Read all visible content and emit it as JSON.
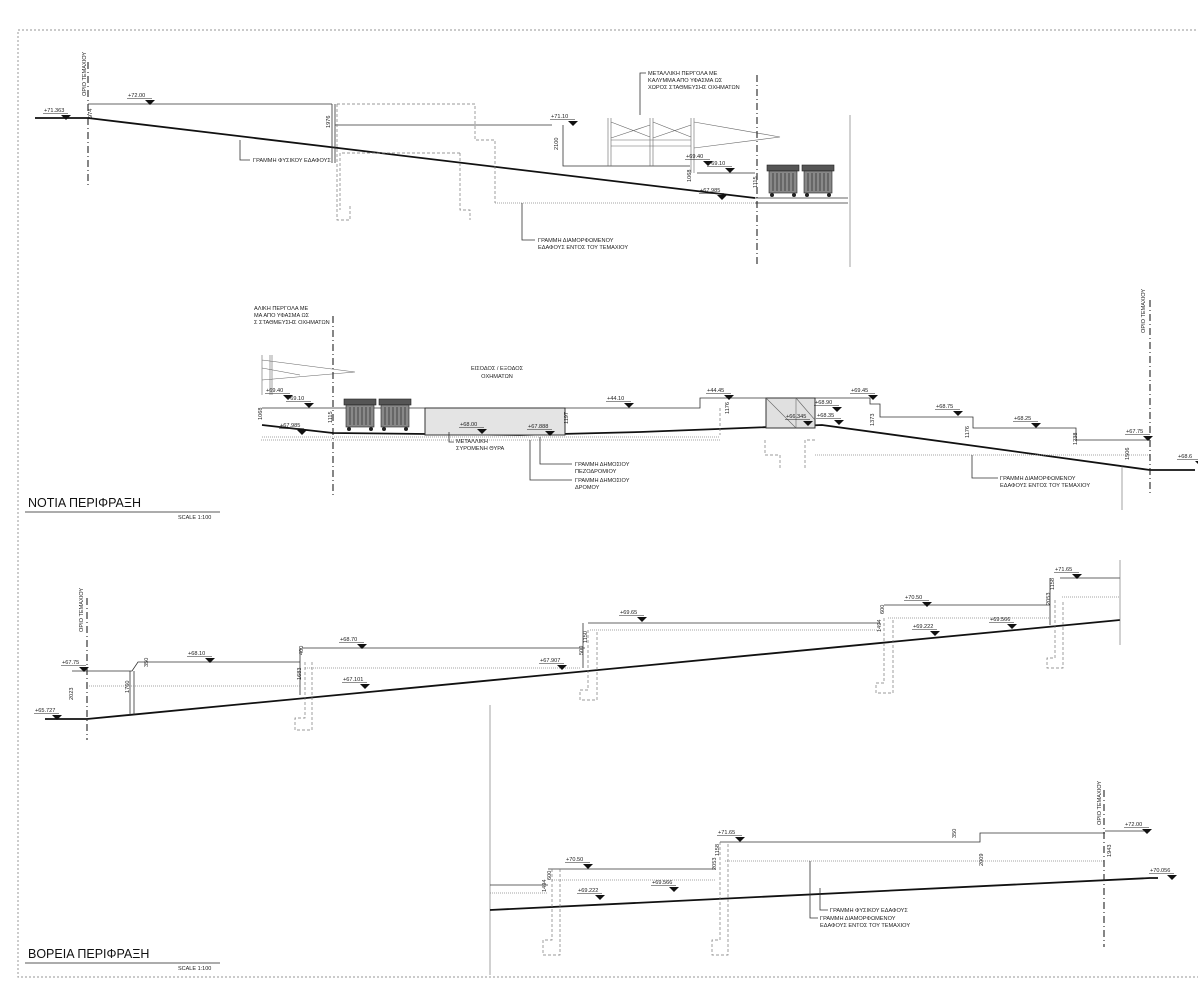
{
  "common": {
    "boundary_label": "ΟΡΙΟ ΤΕΜΑΧΙΟΥ",
    "natural_ground": "ΓΡΑΜΜΗ ΦΥΣΙΚΟΥ ΕΔΑΦΟΥΣ",
    "formed_ground": [
      "ΓΡΑΜΜΗ ΔΙΑΜΟΡΦΩΜΕΝΟΥ",
      "ΕΔΑΦΟΥΣ ΕΝΤΟΣ ΤΟΥ ΤΕΜΑΧΙΟΥ"
    ]
  },
  "south": {
    "title": "ΝΟΤΙΑ ΠΕΡΙΦΡΑΞΗ",
    "scale": "SCALE   1:100",
    "top": {
      "pergola_note": [
        "ΜΕΤΑΛΛΙΚΗ ΠΕΡΓΟΛΑ ΜΕ",
        "ΚΑΛΥΜΜΑ ΑΠΟ ΥΦΑΣΜΑ ΩΣ",
        "ΧΩΡΟΣ ΣΤΑΘΜΕΥΣΗΣ ΟΧΗΜΑΤΩΝ"
      ],
      "levels": [
        "+71.363",
        "+72.00",
        "+71.10",
        "+69.40",
        "+69.10",
        "+67.985"
      ],
      "dims": [
        "974",
        "1976",
        "2100",
        "1068",
        "1115"
      ]
    },
    "bottom": {
      "pergola_note_cropped": [
        "ΑΛΙΚΗ ΠΕΡΓΟΛΑ ΜΕ",
        "ΜΑ ΑΠΟ ΥΦΑΣΜΑ ΩΣ",
        "Σ ΣΤΑΘΜΕΥΣΗΣ ΟΧΗΜΑΤΩΝ"
      ],
      "entrance": [
        "ΕΙΣΟΔΟΣ / ΕΞΟΔΟΣ",
        "ΟΧΗΜΑΤΩΝ"
      ],
      "gate": [
        "ΜΕΤΑΛΛΙΚΗ",
        "ΣΥΡΟΜΕΝΗ ΘΥΡΑ"
      ],
      "sidewalk": [
        "ΓΡΑΜΜΗ ΔΗΜΟΣΙΟΥ",
        "ΠΕΖΟΔΡΟΜΙΟΥ"
      ],
      "road": [
        "ΓΡΑΜΜΗ ΔΗΜΟΣΙΟΥ",
        "ΔΡΟΜΟΥ"
      ],
      "levels": [
        "+69.40",
        "+69.10",
        "+67.985",
        "+68.00",
        "+67.888",
        "+44.10",
        "+44.45",
        "+68.90",
        "+66.345",
        "+68.35",
        "+69.45",
        "+68.75",
        "+68.25",
        "+67.75",
        "+68.6"
      ],
      "dims": [
        "1068",
        "1115",
        "1197",
        "1176",
        "1373",
        "1176",
        "1238",
        "1506"
      ]
    }
  },
  "north": {
    "title": "ΒΟΡΕΙΑ ΠΕΡΙΦΡΑΞΗ",
    "scale": "SCALE   1:100",
    "top": {
      "levels": [
        "+65.727",
        "+67.75",
        "+68.10",
        "+68.70",
        "+67.101",
        "+67.907",
        "+69.65",
        "+70.50",
        "+69.222",
        "+69.566",
        "+71.65"
      ],
      "dims": [
        "2023",
        "1760",
        "350",
        "1683",
        "400",
        "500",
        "1150",
        "1494",
        "600",
        "2053",
        "1158"
      ]
    },
    "bottom": {
      "levels": [
        "+70.50",
        "+69.222",
        "+69.566",
        "+71.65",
        "+72.00",
        "+70.056"
      ],
      "dims": [
        "1494",
        "600",
        "2053",
        "1158",
        "350",
        "2009",
        "1943"
      ]
    }
  }
}
